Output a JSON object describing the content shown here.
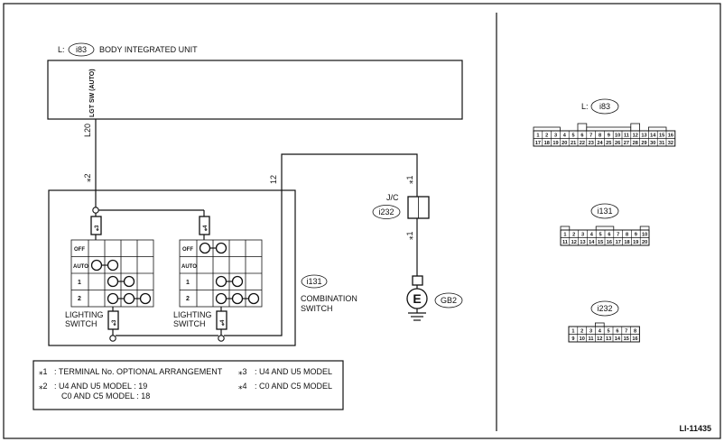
{
  "body_unit": {
    "prefix": "L:",
    "connector": "i83",
    "name": "BODY INTEGRATED UNIT",
    "terminal_label": "LGT SW (AUTO)",
    "wire": "L20"
  },
  "wire_marks": {
    "left": "⁎2",
    "right_num": "12",
    "jc_top": "⁎1",
    "jc_bottom": "⁎1"
  },
  "jc": {
    "label": "J/C",
    "connector": "i232"
  },
  "ground": {
    "symbol": "E",
    "label": "GB2"
  },
  "combination_switch": {
    "connector": "i131",
    "name_line1": "COMBINATION",
    "name_line2": "SWITCH"
  },
  "markers": {
    "top_left": "⁎3",
    "top_right": "⁎4",
    "bottom_left": "⁎3",
    "bottom_right": "⁎4"
  },
  "switch_rows": [
    "OFF",
    "AUTO",
    "1",
    "2"
  ],
  "switch_label_left": {
    "line1": "LIGHTING",
    "line2": "SWITCH"
  },
  "switch_label_right": {
    "line1": "LIGHTING",
    "line2": "SWITCH"
  },
  "notes": {
    "n1_mark": "⁎1",
    "n1": ": TERMINAL No. OPTIONAL ARRANGEMENT",
    "n2_mark": "⁎2",
    "n2_a": ": U4 AND U5 MODEL  : 19",
    "n2_b": "C0 AND C5 MODEL  : 18",
    "n3_mark": "⁎3",
    "n3": ": U4 AND U5 MODEL",
    "n4_mark": "⁎4",
    "n4": ": C0 AND C5 MODEL"
  },
  "connectors": {
    "i83": {
      "prefix": "L:",
      "id": "i83",
      "row1": [
        "1",
        "2",
        "3",
        "4",
        "5",
        "6",
        "7",
        "8",
        "9",
        "10",
        "11",
        "12",
        "13",
        "14",
        "15",
        "16"
      ],
      "row2": [
        "17",
        "18",
        "19",
        "20",
        "21",
        "22",
        "23",
        "24",
        "25",
        "26",
        "27",
        "28",
        "29",
        "30",
        "31",
        "32"
      ]
    },
    "i131": {
      "id": "i131",
      "row1": [
        "1",
        "2",
        "3",
        "4",
        "5",
        "6",
        "7",
        "8",
        "9",
        "10"
      ],
      "row2": [
        "11",
        "12",
        "13",
        "14",
        "15",
        "16",
        "17",
        "18",
        "19",
        "20"
      ]
    },
    "i232": {
      "id": "i232",
      "row1": [
        "1",
        "2",
        "3",
        "4",
        "5",
        "6",
        "7",
        "8"
      ],
      "row2": [
        "9",
        "10",
        "11",
        "12",
        "13",
        "14",
        "15",
        "16"
      ]
    }
  },
  "figure_id": "LI-11435"
}
